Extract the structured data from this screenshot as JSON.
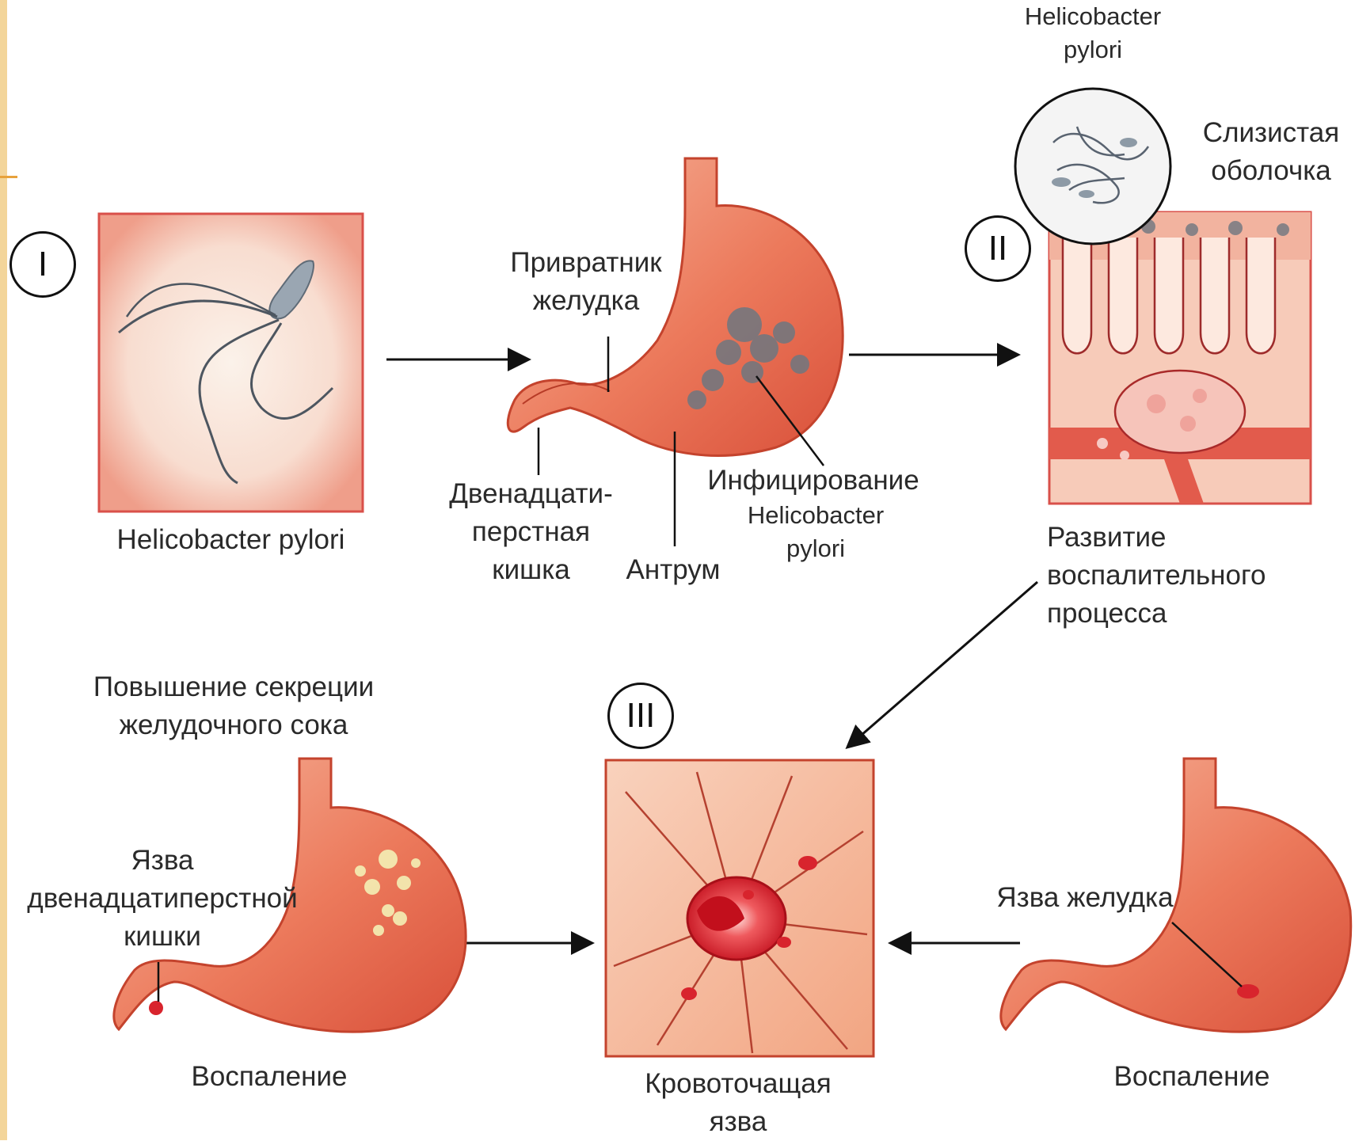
{
  "stages": {
    "one": "I",
    "two": "II",
    "three": "III"
  },
  "panel1": {
    "caption": "Helicobacter pylori"
  },
  "stomach_top": {
    "pylorus": "Привратник желудка",
    "duodenum": "Двенадцати- перстная кишка",
    "antrum": "Антрум",
    "infection_title": "Инфицирование",
    "infection_sub": "Helicobacter pylori"
  },
  "mucosa": {
    "bacteria_label": "Helicobacter pylori",
    "mucosa_label": "Слизистая оболочка",
    "caption": "Развитие воспалительного процесса"
  },
  "left_stomach": {
    "secretion": "Повышение секреции желудочного сока",
    "ulcer": "Язва двенадцатиперстной кишки",
    "caption": "Воспаление"
  },
  "center_panel": {
    "caption": "Кровоточащая язва"
  },
  "right_stomach": {
    "ulcer": "Язва желудка",
    "caption": "Воспаление"
  },
  "colors": {
    "tissue": "#e8634a",
    "tissue_light": "#f6b59c",
    "panel_bg": "#f7c9b8",
    "blood": "#d8242d",
    "bacteria": "#8d9aa6"
  }
}
